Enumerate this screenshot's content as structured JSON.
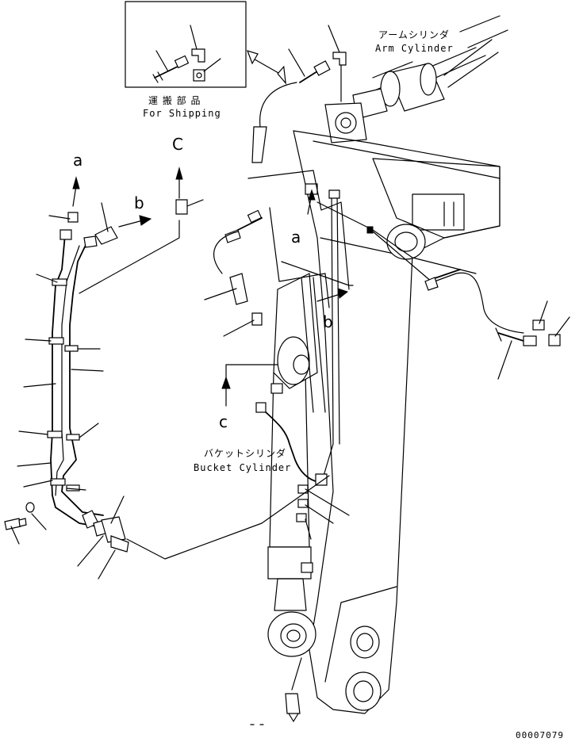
{
  "shipping": {
    "label_jp": "運 搬 部 品",
    "label_en": "For Shipping"
  },
  "arm_cylinder": {
    "label_jp": "アームシリンダ",
    "label_en": "Arm Cylinder"
  },
  "bucket_cylinder": {
    "label_jp": "バケットシリンダ",
    "label_en": "Bucket Cylinder"
  },
  "connection_labels": {
    "a_left": "a",
    "b_left": "b",
    "c_left": "C",
    "a_right": "a",
    "b_right": "b",
    "c_right": "c"
  },
  "drawing_number": "00007079"
}
